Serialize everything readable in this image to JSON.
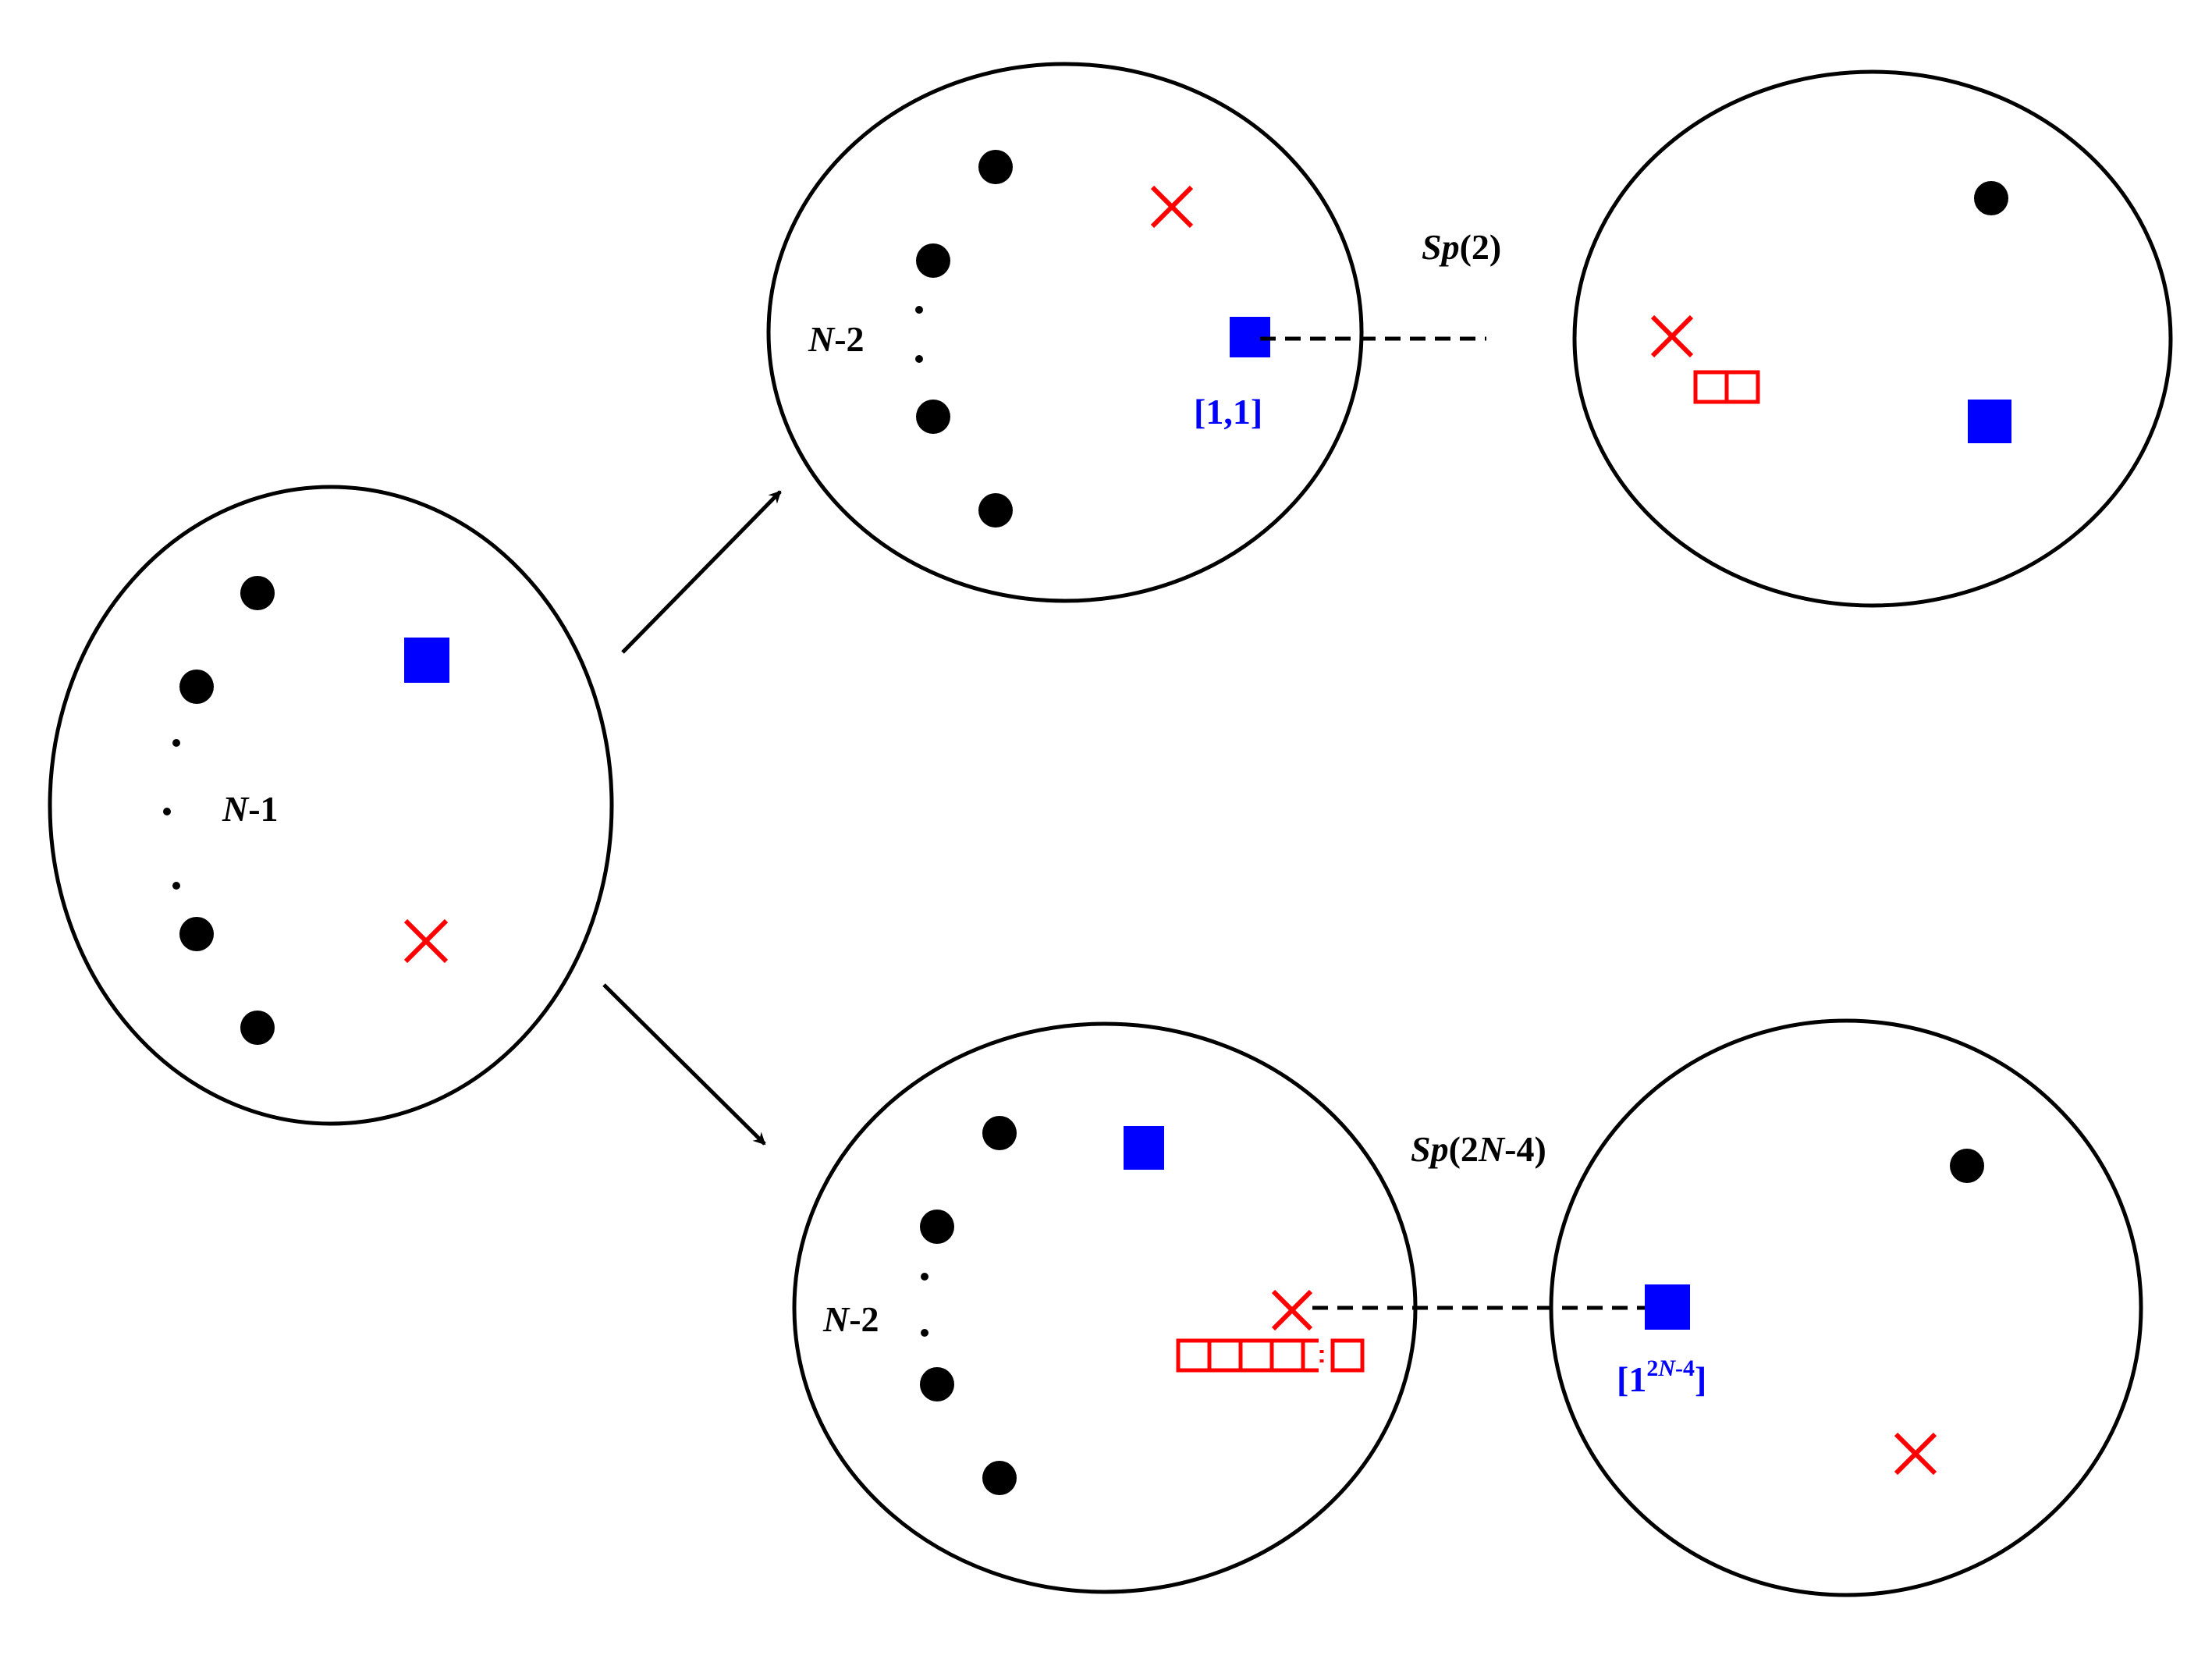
{
  "colors": {
    "outline": "#000000",
    "puncture": "#000000",
    "brane_square": "#0000ff",
    "cross": "#ff0000",
    "young_box": "#ff0000",
    "label_blue": "#0000ff"
  },
  "icons": {
    "puncture": "filled-circle-icon",
    "brane": "filled-square-icon",
    "cross": "x-cross-icon",
    "young": "young-diagram-icon",
    "arrow": "arrow-icon"
  },
  "labels": {
    "left": {
      "italic": "N",
      "rest": "-1"
    },
    "top_mid": {
      "italic": "N",
      "rest": "-2"
    },
    "bottom_mid": {
      "italic": "N",
      "rest": "-2"
    },
    "top_partition": "[1,1]",
    "top_group": {
      "italic": "Sp",
      "rest": "(2)"
    },
    "bottom_group": {
      "pre": "Sp",
      "mid": "(2",
      "italic": "N",
      "rest": "-4)"
    },
    "bottom_partition": {
      "base": "[1",
      "sup_a": "2",
      "sup_italic": "N",
      "sup_b": "-4",
      "close": "]"
    }
  }
}
